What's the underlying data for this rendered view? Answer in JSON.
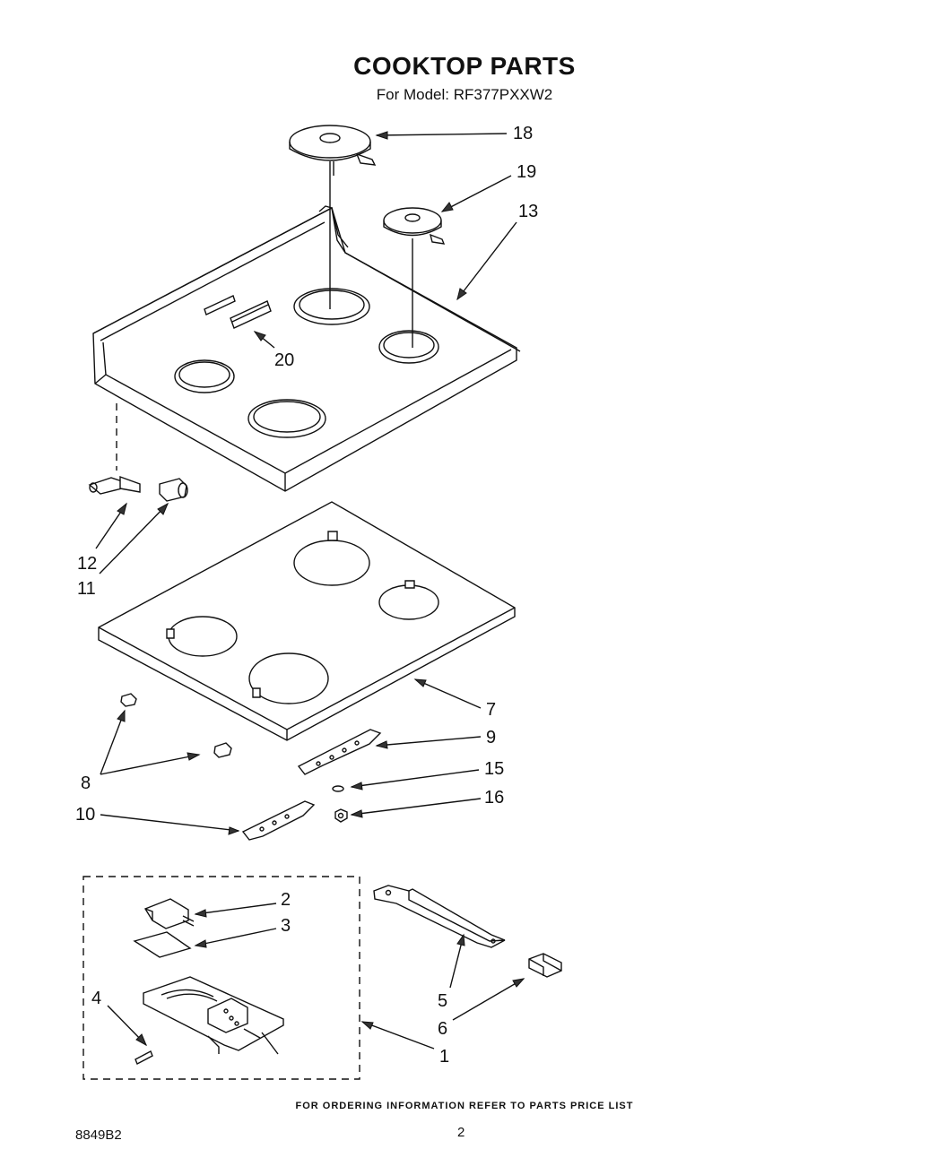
{
  "title": "COOKTOP PARTS",
  "subtitle": "For Model: RF377PXXW2",
  "footer": "FOR ORDERING INFORMATION REFER TO PARTS PRICE LIST",
  "page_number": "2",
  "document_number": "8849B2",
  "callouts": {
    "c1": "1",
    "c2": "2",
    "c3": "3",
    "c4": "4",
    "c5": "5",
    "c6": "6",
    "c7": "7",
    "c8": "8",
    "c9": "9",
    "c10": "10",
    "c11": "11",
    "c12": "12",
    "c13": "13",
    "c15": "15",
    "c16": "16",
    "c18": "18",
    "c19": "19",
    "c20": "20"
  }
}
